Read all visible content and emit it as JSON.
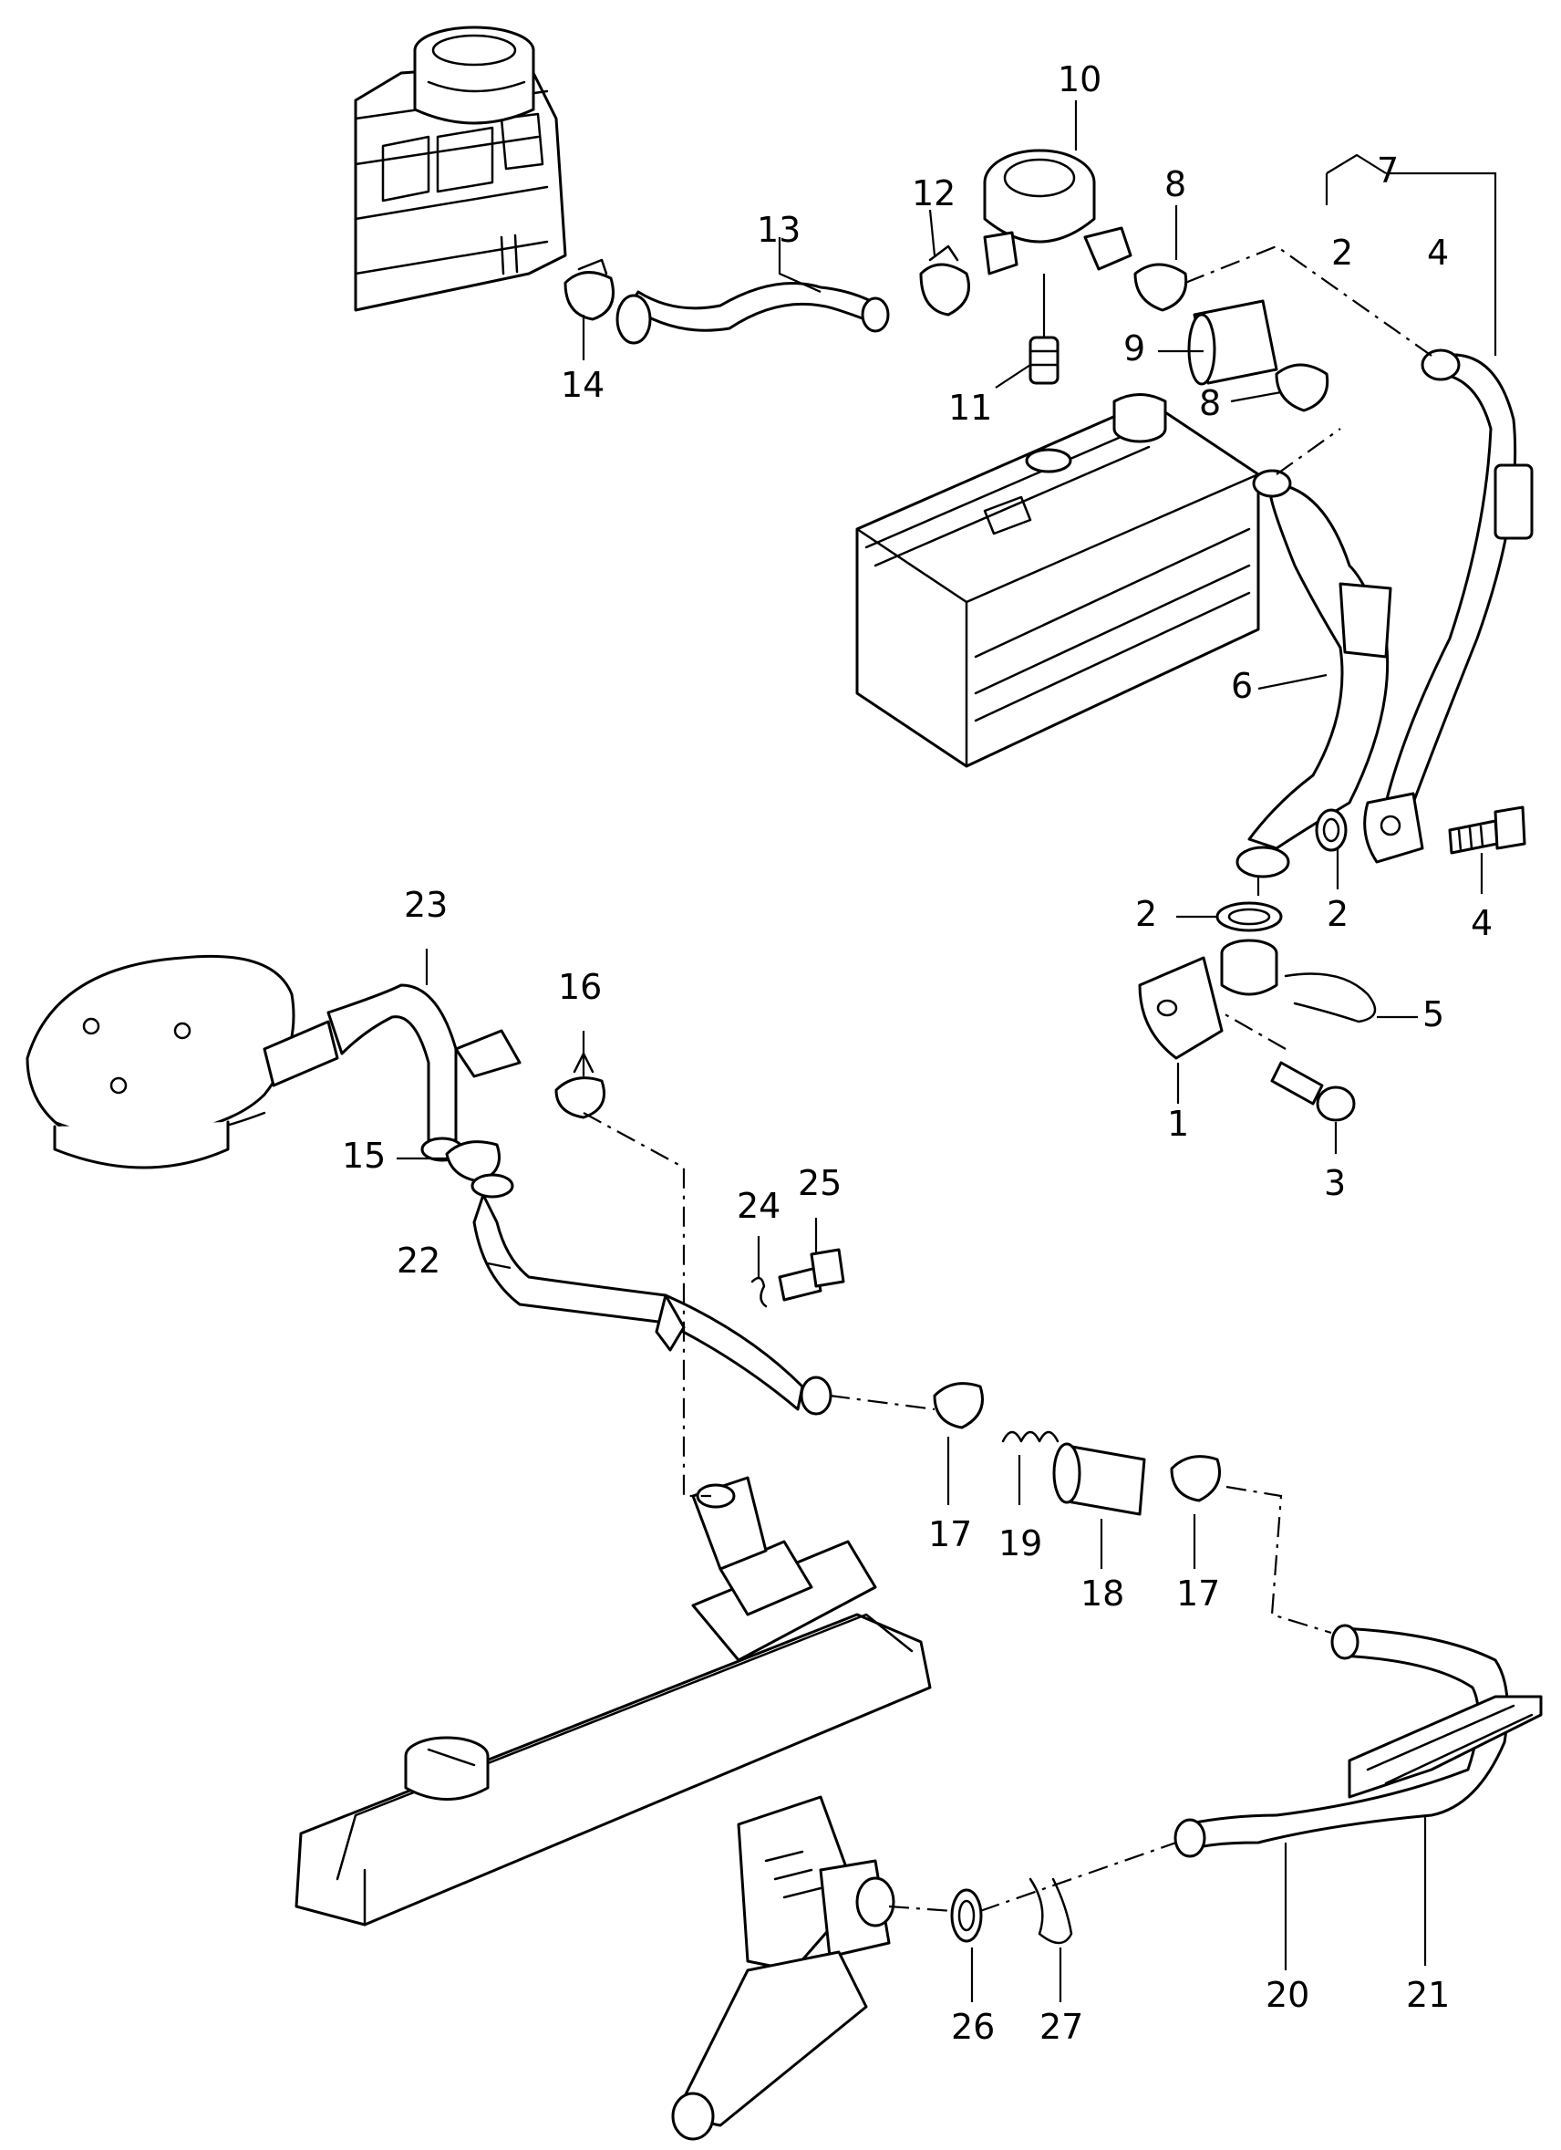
{
  "labels": {
    "p1": "1",
    "p2a": "2",
    "p2b": "2",
    "p2c": "2",
    "p3": "3",
    "p4a": "4",
    "p4b": "4",
    "p5": "5",
    "p6": "6",
    "p7": "7",
    "p8a": "8",
    "p8b": "8",
    "p9": "9",
    "p10": "10",
    "p11": "11",
    "p12": "12",
    "p13": "13",
    "p14": "14",
    "p15": "15",
    "p16": "16",
    "p17a": "17",
    "p17b": "17",
    "p18": "18",
    "p19": "19",
    "p20": "20",
    "p21": "21",
    "p22": "22",
    "p23": "23",
    "p24": "24",
    "p25": "25",
    "p26": "26",
    "p27": "27"
  }
}
